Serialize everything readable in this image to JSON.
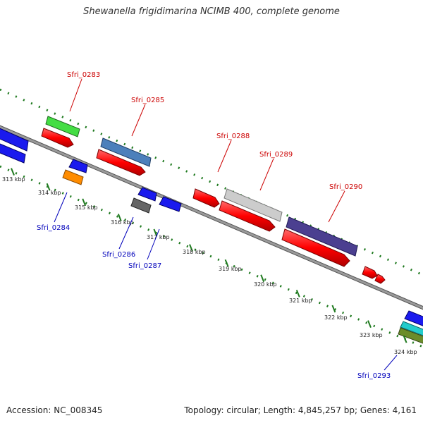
{
  "title": "Shewanella frigidimarina NCIMB 400, complete genome",
  "footer": {
    "accession": "Accession: NC_008345",
    "topology": "Topology: circular; Length: 4,845,257 bp; Genes: 4,161"
  },
  "colors": {
    "backbone": "#8a8a8a",
    "dots": "#1f7a1f",
    "forward_label": "#cc0000",
    "reverse_label": "#0000bb"
  },
  "ticks": [
    "313 kbp",
    "314 kbp",
    "315 kbp",
    "316 kbp",
    "317 kbp",
    "318 kbp",
    "319 kbp",
    "320 kbp",
    "321 kbp",
    "322 kbp",
    "323 kbp",
    "324 kbp"
  ],
  "gene_labels": [
    {
      "text": "Sfri_0283",
      "strand": "forward"
    },
    {
      "text": "Sfri_0285",
      "strand": "forward"
    },
    {
      "text": "Sfri_0288",
      "strand": "forward"
    },
    {
      "text": "Sfri_0289",
      "strand": "forward"
    },
    {
      "text": "Sfri_0290",
      "strand": "forward"
    },
    {
      "text": "Sfri_0284",
      "strand": "reverse"
    },
    {
      "text": "Sfri_0286",
      "strand": "reverse"
    },
    {
      "text": "Sfri_0287",
      "strand": "reverse"
    },
    {
      "text": "Sfri_0293",
      "strand": "reverse"
    }
  ]
}
